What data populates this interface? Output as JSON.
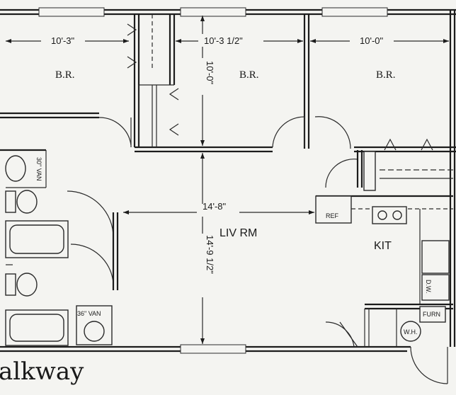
{
  "rooms": {
    "bedroom_1": "B.R.",
    "bedroom_2": "B.R.",
    "bedroom_3": "B.R.",
    "living": "LIV RM",
    "kitchen": "KIT"
  },
  "dimensions": {
    "br1_width": "10'-3\"",
    "br2_width": "10'-3 1/2\"",
    "br3_width": "10'-0\"",
    "br2_depth": "10'-0\"",
    "liv_width": "14'-8\"",
    "liv_depth": "14'-9 1/2\""
  },
  "fixtures": {
    "vanity_30": "30\" VAN",
    "vanity_36": "36\" VAN",
    "refrigerator": "REF",
    "dishwasher": "D.W.",
    "furnace": "FURN",
    "water_heater": "W.H."
  },
  "caption": "alkway"
}
